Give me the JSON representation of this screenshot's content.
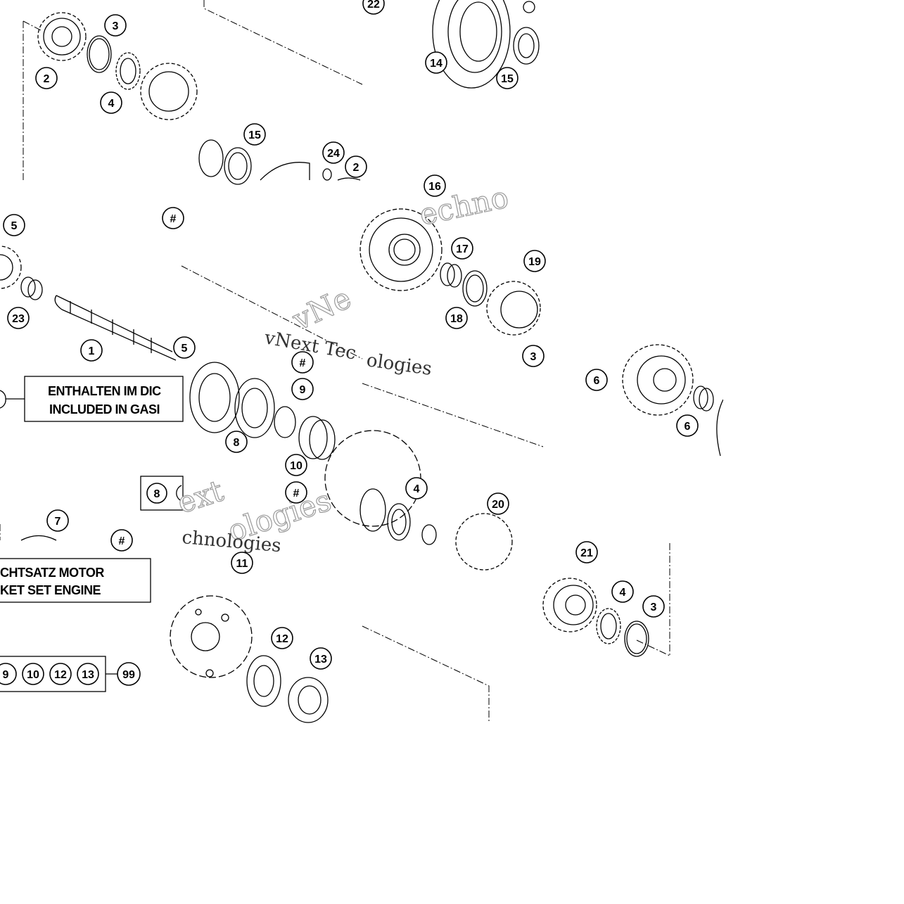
{
  "diagram": {
    "callouts": [
      {
        "id": "c1",
        "label": "1"
      },
      {
        "id": "c2",
        "label": "2"
      },
      {
        "id": "c3a",
        "label": "3"
      },
      {
        "id": "c3b",
        "label": "3"
      },
      {
        "id": "c3c",
        "label": "3"
      },
      {
        "id": "c4a",
        "label": "4"
      },
      {
        "id": "c4b",
        "label": "4"
      },
      {
        "id": "c4c",
        "label": "4"
      },
      {
        "id": "c5a",
        "label": "5"
      },
      {
        "id": "c5b",
        "label": "5"
      },
      {
        "id": "c6a",
        "label": "6"
      },
      {
        "id": "c6b",
        "label": "6"
      },
      {
        "id": "c7",
        "label": "7"
      },
      {
        "id": "c8",
        "label": "8"
      },
      {
        "id": "c9",
        "label": "9"
      },
      {
        "id": "c10",
        "label": "10"
      },
      {
        "id": "c11",
        "label": "11"
      },
      {
        "id": "c12",
        "label": "12"
      },
      {
        "id": "c13",
        "label": "13"
      },
      {
        "id": "c14",
        "label": "14"
      },
      {
        "id": "c15a",
        "label": "15"
      },
      {
        "id": "c15b",
        "label": "15"
      },
      {
        "id": "c16",
        "label": "16"
      },
      {
        "id": "c17",
        "label": "17"
      },
      {
        "id": "c18",
        "label": "18"
      },
      {
        "id": "c19",
        "label": "19"
      },
      {
        "id": "c20",
        "label": "20"
      },
      {
        "id": "c21",
        "label": "21"
      },
      {
        "id": "c22",
        "label": "22"
      },
      {
        "id": "c23",
        "label": "23"
      },
      {
        "id": "c24",
        "label": "24"
      },
      {
        "id": "c25",
        "label": "2"
      },
      {
        "id": "hash1",
        "label": "#"
      },
      {
        "id": "hash2",
        "label": "#"
      },
      {
        "id": "hash3",
        "label": "#"
      },
      {
        "id": "hash4",
        "label": "#"
      }
    ],
    "gasket_box": {
      "line1": "ENTHALTEN IM DIC",
      "line2": "INCLUDED IN GASI",
      "line3": "CHTSATZ MOTOR",
      "line4": "KET SET ENGINE"
    },
    "kit_row": {
      "items": [
        "9",
        "10",
        "12",
        "13"
      ],
      "result": "99",
      "box_start": "8"
    },
    "watermark": {
      "text1": "vNext Tec",
      "text2": "ext",
      "text3": "ologies",
      "text4": "chnologies",
      "text5": "echno",
      "text6": "vNe",
      "text7": "ologies"
    }
  }
}
